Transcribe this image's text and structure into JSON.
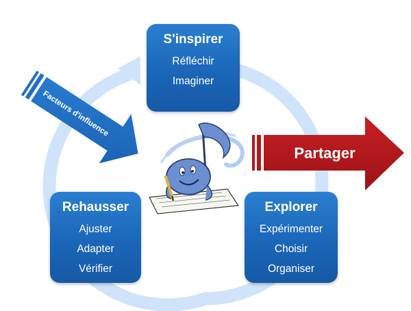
{
  "diagram": {
    "top_box": {
      "title": "S'inspirer",
      "items": [
        "Réfléchir",
        "Imaginer"
      ]
    },
    "left_box": {
      "title": "Rehausser",
      "items": [
        "Ajuster",
        "Adapter",
        "Vérifier"
      ]
    },
    "right_box": {
      "title": "Explorer",
      "items": [
        "Expérimenter",
        "Choisir",
        "Organiser"
      ]
    },
    "share_arrow": {
      "label": "Partager"
    },
    "factors_arrow": {
      "label": "Facteurs d'influence"
    },
    "colors": {
      "box_blue": "#1b66b8",
      "cycle_light_blue": "#cfe3fb",
      "share_red": "#b3191c",
      "factors_blue": "#1f6fc6",
      "mascot_blue": "#6b8fd0"
    },
    "icons": [
      "cycle-arrow",
      "music-note-mascot-icon"
    ]
  }
}
